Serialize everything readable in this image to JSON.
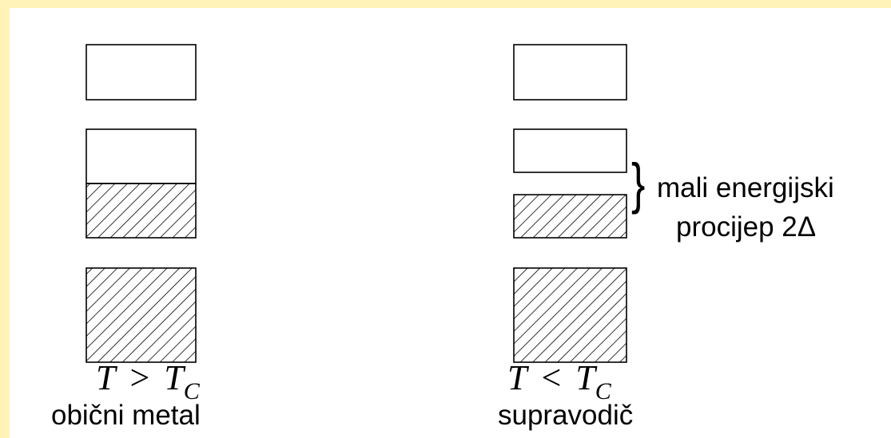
{
  "panels": {
    "metal": {
      "condition": {
        "var": "T",
        "op": ">",
        "sub_var": "T",
        "sub": "C"
      },
      "caption": "obični metal"
    },
    "superconductor": {
      "condition": {
        "var": "T",
        "op": "<",
        "sub_var": "T",
        "sub": "C"
      },
      "caption": "supravodič"
    }
  },
  "gap_annotation": {
    "brace": "}",
    "line1": "mali energijski",
    "line2": "procijep 2Δ"
  },
  "colors": {
    "frame": "#fff3b8",
    "background": "#ffffff",
    "ink": "#000000"
  }
}
